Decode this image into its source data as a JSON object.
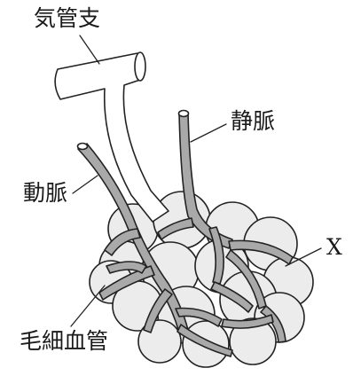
{
  "labels": {
    "bronchiole": "気管支",
    "vein": "静脈",
    "artery": "動脈",
    "x_marker": "X",
    "capillaries": "毛細血管"
  }
}
